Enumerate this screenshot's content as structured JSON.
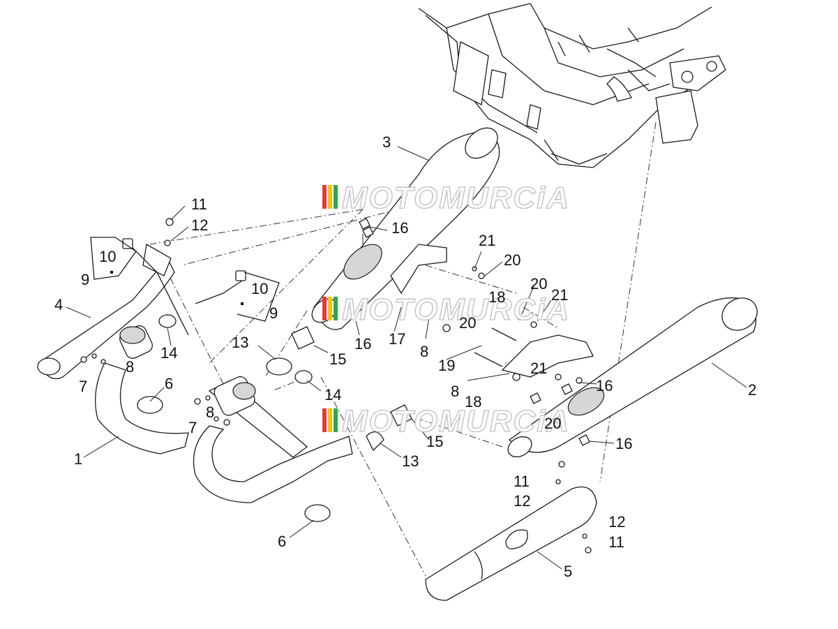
{
  "diagram": {
    "watermark": "MOTOMURCiA",
    "watermark_colors": [
      "#e8383d",
      "#f4c20d",
      "#2ea84a",
      "#cfcfcf"
    ],
    "part_labels": [
      {
        "id": "l1",
        "text": "1"
      },
      {
        "id": "l2",
        "text": "2"
      },
      {
        "id": "l3",
        "text": "3"
      },
      {
        "id": "l4",
        "text": "4"
      },
      {
        "id": "l5",
        "text": "5"
      },
      {
        "id": "l6a",
        "text": "6"
      },
      {
        "id": "l6b",
        "text": "6"
      },
      {
        "id": "l7a",
        "text": "7"
      },
      {
        "id": "l7b",
        "text": "7"
      },
      {
        "id": "l8a",
        "text": "8"
      },
      {
        "id": "l8b",
        "text": "8"
      },
      {
        "id": "l8c",
        "text": "8"
      },
      {
        "id": "l8d",
        "text": "8"
      },
      {
        "id": "l9a",
        "text": "9"
      },
      {
        "id": "l9b",
        "text": "9"
      },
      {
        "id": "l10a",
        "text": "10"
      },
      {
        "id": "l10b",
        "text": "10"
      },
      {
        "id": "l11a",
        "text": "11"
      },
      {
        "id": "l11b",
        "text": "11"
      },
      {
        "id": "l11c",
        "text": "11"
      },
      {
        "id": "l12a",
        "text": "12"
      },
      {
        "id": "l12b",
        "text": "12"
      },
      {
        "id": "l12c",
        "text": "12"
      },
      {
        "id": "l13a",
        "text": "13"
      },
      {
        "id": "l13b",
        "text": "13"
      },
      {
        "id": "l14a",
        "text": "14"
      },
      {
        "id": "l14b",
        "text": "14"
      },
      {
        "id": "l15a",
        "text": "15"
      },
      {
        "id": "l15b",
        "text": "15"
      },
      {
        "id": "l16a",
        "text": "16"
      },
      {
        "id": "l16b",
        "text": "16"
      },
      {
        "id": "l16c",
        "text": "16"
      },
      {
        "id": "l16d",
        "text": "16"
      },
      {
        "id": "l17",
        "text": "17"
      },
      {
        "id": "l18a",
        "text": "18"
      },
      {
        "id": "l18b",
        "text": "18"
      },
      {
        "id": "l19",
        "text": "19"
      },
      {
        "id": "l20a",
        "text": "20"
      },
      {
        "id": "l20b",
        "text": "20"
      },
      {
        "id": "l20c",
        "text": "20"
      },
      {
        "id": "l20d",
        "text": "20"
      },
      {
        "id": "l21a",
        "text": "21"
      },
      {
        "id": "l21b",
        "text": "21"
      },
      {
        "id": "l21c",
        "text": "21"
      }
    ]
  }
}
